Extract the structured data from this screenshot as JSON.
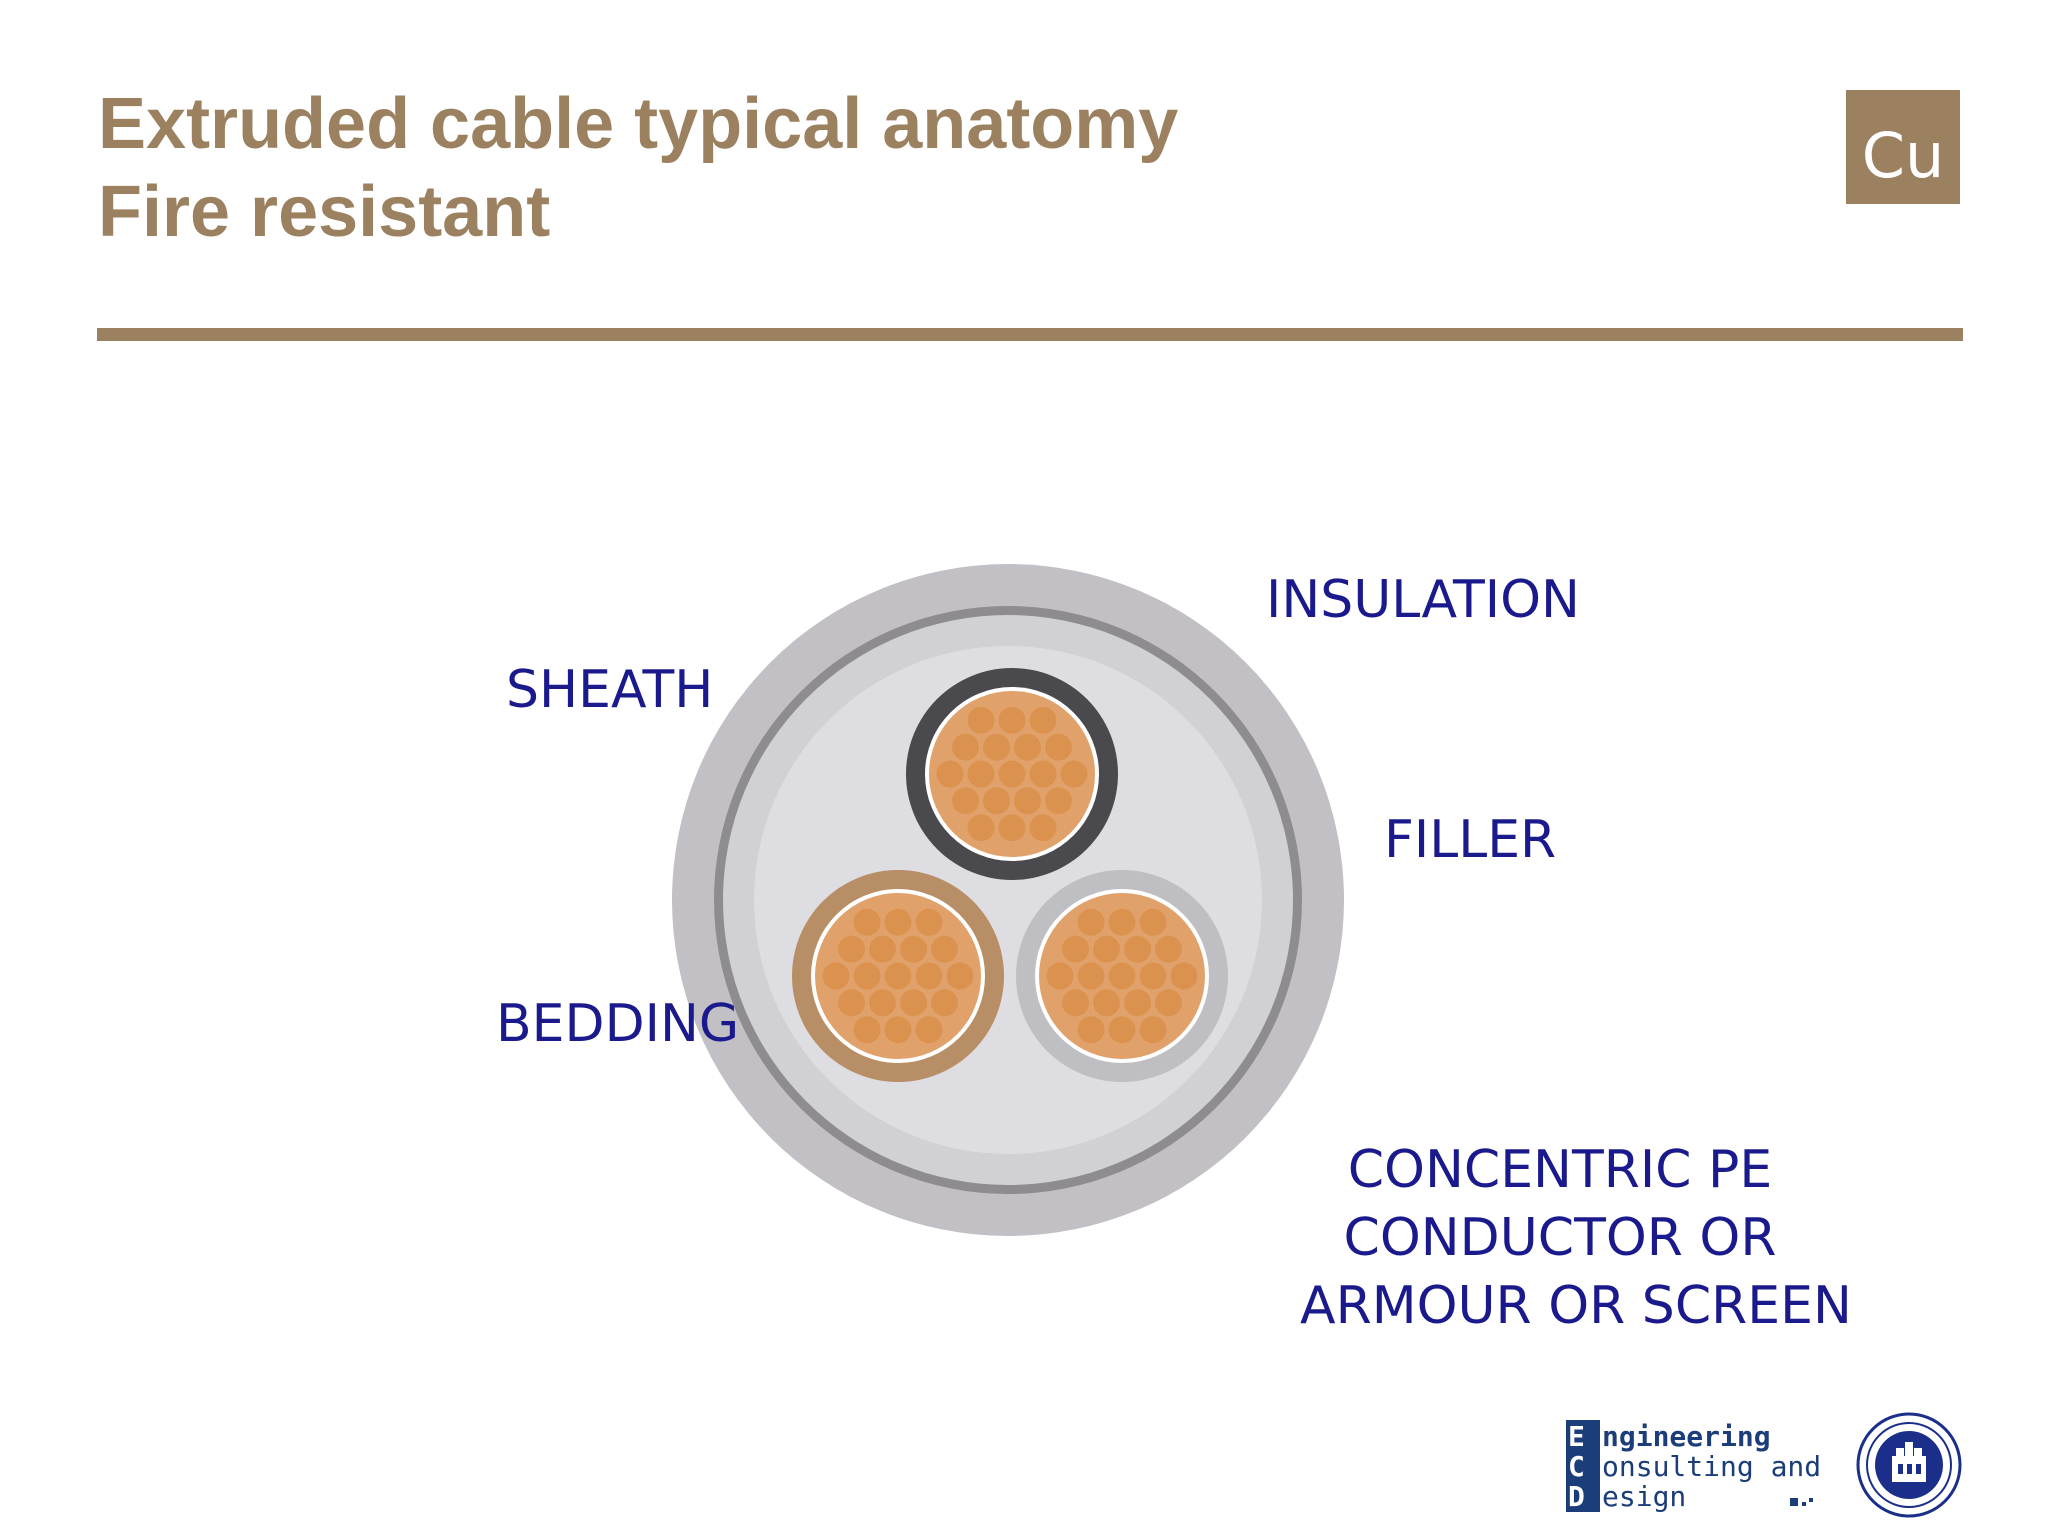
{
  "header": {
    "title_line1": "Extruded cable typical anatomy",
    "title_line2": "Fire resistant",
    "logo_text": "Cu"
  },
  "diagram": {
    "labels": {
      "insulation": "INSULATION",
      "sheath": "SHEATH",
      "filler": "FILLER",
      "bedding": "BEDDING",
      "concentric_line1": "CONCENTRIC PE",
      "concentric_line2": "CONDUCTOR OR",
      "concentric_line3": "ARMOUR OR SCREEN"
    },
    "colors": {
      "outer_sheath": "#c2c0c4",
      "armour_ring": "#8e8c90",
      "bedding": "#d1d0d4",
      "filler": "#dedde1",
      "copper": "#e1a16a",
      "strand": "#dc924f",
      "core_black": "#4a494d",
      "core_brown": "#b78e65",
      "core_grey": "#bfbec2",
      "label_text": "#1a1a8c",
      "brand": "#9b8160"
    }
  },
  "footer": {
    "ecd_line1": "ngineering",
    "ecd_line2": "onsulting and",
    "ecd_line3": "esign",
    "ecd_initial1": "E",
    "ecd_initial2": "C",
    "ecd_initial3": "D",
    "seal_icon": "university-seal-icon"
  }
}
